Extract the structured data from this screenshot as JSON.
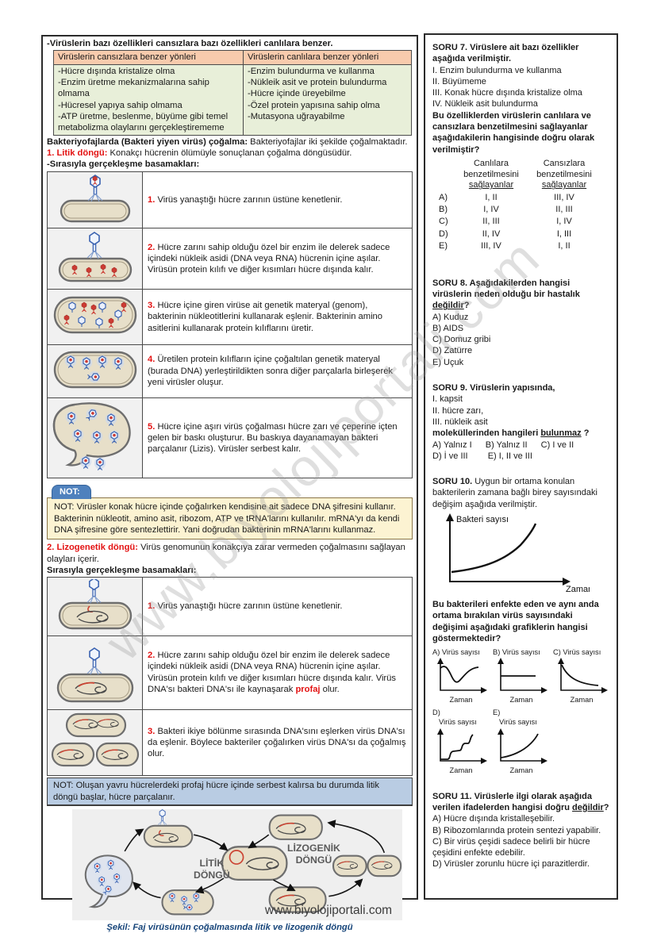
{
  "page": {
    "footer": "www.biyolojiportali.com",
    "watermark": "www.biyolojiportali.com"
  },
  "left": {
    "intro": "-Virüslerin bazı özellikleri cansızlara bazı özellikleri canlılara benzer.",
    "compare_table": {
      "header_left": "Virüslerin cansızlara benzer yönleri",
      "header_right": "Virüslerin canlılara benzer yönleri",
      "left_items": [
        "-Hücre dışında kristalize olma",
        "-Enzim üretme mekanizmalarına sahip olmama",
        "-Hücresel yapıya sahip olmama",
        "-ATP üretme, beslenme, büyüme gibi temel metabolizma olaylarını gerçekleştirememe"
      ],
      "right_items": [
        "-Enzim bulundurma ve kullanma",
        "-Nükleik asit ve protein bulundurma",
        "-Hücre içinde üreyebilme",
        "-Özel protein yapısına sahip olma",
        "-Mutasyona uğrayabilme"
      ]
    },
    "bacteriophage_bold": "Bakteriyofajlarda (Bakteri yiyen virüs) çoğalma:",
    "bacteriophage_rest": " Bakteriyofajlar iki şekilde çoğalmaktadır.",
    "litik": {
      "title": "1. Litik döngü:",
      "desc": " Konakçı hücrenin ölümüyle sonuçlanan çoğalma döngüsüdür.",
      "steps_label": "-Sırasıyla gerçekleşme basamakları:",
      "steps": [
        {
          "num": "1.",
          "pre": " Virüs yanaştığı hücre zarının üstüne kenetlenir.",
          "hl": "",
          "post": ""
        },
        {
          "num": "2.",
          "pre": " Hücre zarını sahip olduğu özel bir enzim ile delerek sadece içindeki nükleik asidi (DNA veya RNA) hücrenin içine aşılar. Virüsün protein kılıfı ve diğer kısımları hücre dışında kalır.",
          "hl": "",
          "post": ""
        },
        {
          "num": "3.",
          "pre": " Hücre içine giren virüse ait genetik materyal (genom), bakterinin nükleotitlerini kullanarak eşlenir. Bakterinin amino asitlerini kullanarak protein kılıflarını üretir.",
          "hl": "",
          "post": ""
        },
        {
          "num": "4.",
          "pre": " Üretilen protein kılıfların içine çoğaltılan genetik materyal (burada DNA) yerleştirildikten sonra diğer parçalarla birleşerek yeni virüsler oluşur.",
          "hl": "",
          "post": ""
        },
        {
          "num": "5.",
          "pre": " Hücre içine aşırı virüs çoğalması hücre zarı ve çeperine içten gelen bir baskı oluşturur. Bu baskıya dayanamayan bakteri parçalanır (Lizis). Virüsler serbest kalır.",
          "hl": "",
          "post": ""
        }
      ]
    },
    "not1": {
      "tab": "NOT:",
      "text": "NOT: Virüsler konak hücre içinde çoğalırken kendisine ait sadece DNA şifresini kullanır. Bakterinin nükleotit, amino asit, ribozom, ATP ve tRNA'larını kullanılır. mRNA'yı da kendi DNA şifresine göre sentezlettirir. Yani doğrudan bakterinin mRNA'larını kullanmaz."
    },
    "lizogenetik": {
      "title": "2. Lizogenetik döngü:",
      "desc": " Virüs genomunun konakçıya zarar vermeden çoğalmasını sağlayan olayları içerir.",
      "steps_label": "Sırasıyla gerçekleşme basamakları:",
      "steps": [
        {
          "num": "1.",
          "pre": " Virüs yanaştığı hücre zarının üstüne kenetlenir.",
          "hl": "",
          "post": ""
        },
        {
          "num": "2.",
          "pre": " Hücre zarını sahip olduğu özel bir enzim ile delerek sadece içindeki nükleik asidi (DNA veya RNA) hücrenin içine aşılar. Virüsün protein kılıfı ve diğer kısımları hücre dışında kalır. Virüs DNA'sı bakteri DNA'sı ile kaynaşarak ",
          "hl": "profaj",
          "post": " olur."
        },
        {
          "num": "3.",
          "pre": " Bakteri ikiye bölünme sırasında DNA'sını eşlerken virüs DNA'sı da eşlenir. Böylece bakteriler çoğalırken virüs DNA'sı da çoğalmış olur.",
          "hl": "",
          "post": ""
        }
      ]
    },
    "not2": "NOT: Oluşan yavru hücrelerdeki profaj hücre içinde serbest kalırsa bu durumda litik döngü başlar, hücre parçalanır.",
    "diagram": {
      "litik_label_1": "LİTİK",
      "litik_label_2": "DÖNGÜ",
      "lizogenik_label_1": "LİZOGENİK",
      "lizogenik_label_2": "DÖNGÜ",
      "caption": "Şekil: Faj virüsünün çoğalmasında litik ve lizogenik döngü"
    }
  },
  "right": {
    "soru7": {
      "title": "SORU 7. Virüslere ait bazı özellikler aşağıda verilmiştir.",
      "items": [
        "I. Enzim bulundurma ve kullanma",
        "II. Büyümeme",
        "III. Konak hücre dışında kristalize olma",
        "IV. Nükleik asit bulundurma"
      ],
      "question": "Bu özelliklerden virüslerden canlılara ve cansızlara benzetilmesini sağlayanlar aşağıdakilerin hangisinde doğru olarak verilmiştir?",
      "question_fix": "Bu özelliklerden virüslerin canlılara ve cansızlara benzetilmesini sağlayanlar aşağıdakilerin hangisinde doğru olarak verilmiştir?",
      "col1_l1": "Canlılara",
      "col1_l2": "benzetilmesini",
      "col1_l3": "sağlayanlar",
      "col2_l1": "Cansızlara",
      "col2_l2": "benzetilmesini",
      "col2_l3": "sağlayanlar",
      "rows": [
        {
          "label": "A)",
          "c1": "I, II",
          "c2": "III, IV"
        },
        {
          "label": "B)",
          "c1": "I, IV",
          "c2": "II, III"
        },
        {
          "label": "C)",
          "c1": "II, III",
          "c2": "I, IV"
        },
        {
          "label": "D)",
          "c1": "II, IV",
          "c2": "I, III"
        },
        {
          "label": "E)",
          "c1": "III, IV",
          "c2": "I, II"
        }
      ]
    },
    "soru8": {
      "title_pre": "SORU 8. Aşağıdakilerden hangisi virüslerin neden olduğu bir hastalık ",
      "title_underline": "değildir",
      "title_post": "?",
      "options": [
        "A) Kuduz",
        "B) AIDS",
        "C) Domuz gribi",
        "D) Zatürre",
        "E) Uçuk"
      ]
    },
    "soru9": {
      "title": "SORU 9. Virüslerin yapısında,",
      "items": [
        "I. kapsit",
        "II. hücre zarı,",
        "III. nükleik asit"
      ],
      "q_pre": "moleküllerinden hangileri ",
      "q_underline": "bulunmaz",
      "q_post": " ?",
      "options_row1": [
        "A) Yalnız I",
        "B) Yalnız II",
        "C) I ve II"
      ],
      "options_row2": [
        "D) İ ve III",
        "E) I, II ve III"
      ]
    },
    "soru10": {
      "title_bold": "SORU 10.",
      "title_rest": " Uygun bir ortama konulan bakterilerin zamana bağlı birey sayısındaki değişim aşağıda verilmiştir.",
      "graph_ylabel": "Bakteri sayısı",
      "graph_xlabel": "Zaman",
      "question": "Bu bakterileri enfekte eden ve aynı anda ortama bırakılan virüs sayısındaki değişimi aşağıdaki grafiklerin hangisi göstermektedir?",
      "mini_ylabel": "Virüs sayısı",
      "mini_xlabel": "Zaman",
      "options": [
        "A)",
        "B)",
        "C)",
        "D)",
        "E)"
      ],
      "option_curve_shapes": {
        "A": "dip-then-recover",
        "B": "flat-constant",
        "C": "exponential-decay",
        "D": "stepwise-increase",
        "E": "exponential-increase"
      }
    },
    "soru11": {
      "title_pre": "SORU 11. Virüslerle ilgi olarak aşağıda verilen ifadelerden hangisi doğru ",
      "title_underline": "değildir",
      "title_post": "?",
      "options": [
        "A) Hücre dışında kristalleşebilir.",
        "B) Ribozomlarında protein sentezi yapabilir.",
        "C) Bir virüs çeşidi sadece belirli bir hücre çeşidini enfekte edebilir.",
        "D) Virüsler zorunlu hücre içi parazitlerdir."
      ]
    }
  },
  "colors": {
    "table_header_bg": "#f8cbad",
    "table_body_bg": "#e8efd9",
    "not_tab_bg": "#4f81bd",
    "not1_bg": "#fcf3d2",
    "not2_bg": "#b9cce3",
    "accent_red": "#e31212",
    "caption_blue": "#17457a"
  }
}
